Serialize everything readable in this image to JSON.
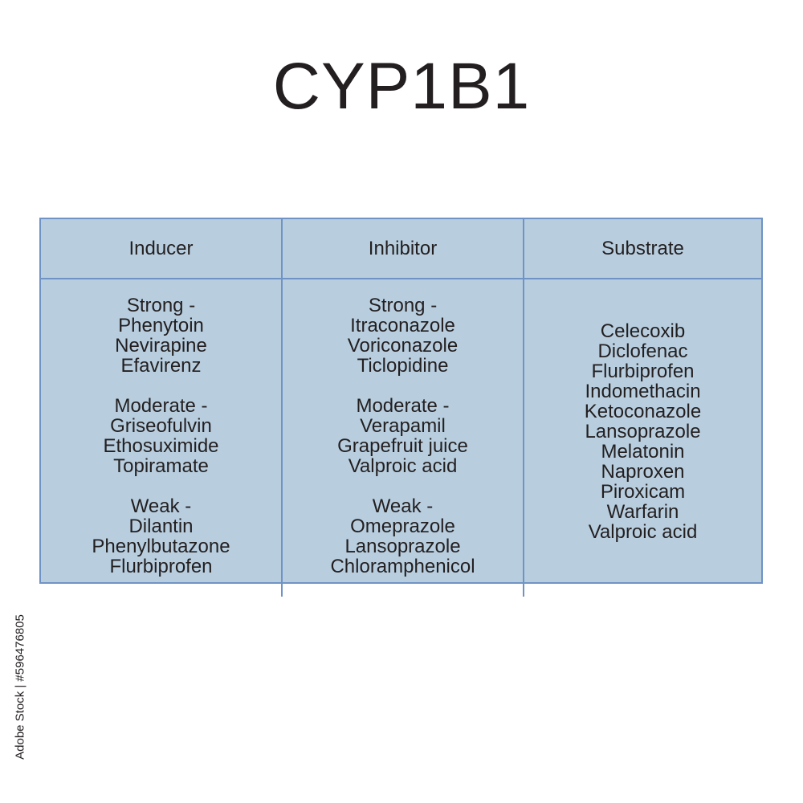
{
  "title": "CYP1B1",
  "columns": [
    {
      "header": "Inducer",
      "groups": [
        {
          "lines": [
            "Strong -",
            "Phenytoin",
            "Nevirapine",
            "Efavirenz"
          ]
        },
        {
          "lines": [
            "Moderate -",
            "Griseofulvin",
            "Ethosuximide",
            "Topiramate"
          ]
        },
        {
          "lines": [
            "Weak -",
            "Dilantin",
            "Phenylbutazone",
            "Flurbiprofen"
          ]
        }
      ]
    },
    {
      "header": "Inhibitor",
      "groups": [
        {
          "lines": [
            "Strong -",
            "Itraconazole",
            "Voriconazole",
            "Ticlopidine"
          ]
        },
        {
          "lines": [
            "Moderate -",
            "Verapamil",
            "Grapefruit juice",
            "Valproic acid"
          ]
        },
        {
          "lines": [
            "Weak -",
            "Omeprazole",
            "Lansoprazole",
            "Chloramphenicol"
          ]
        }
      ]
    },
    {
      "header": "Substrate",
      "groups": [
        {
          "lines": [
            "Celecoxib",
            "Diclofenac",
            "Flurbiprofen",
            "Indomethacin",
            "Ketoconazole",
            "Lansoprazole",
            "Melatonin",
            "Naproxen",
            "Piroxicam",
            "Warfarin",
            "Valproic acid"
          ]
        }
      ]
    }
  ],
  "watermark": "Adobe Stock | #596476805",
  "colors": {
    "table_fill": "#b8cedf",
    "table_border": "#6f93c5",
    "text": "#231f20"
  }
}
